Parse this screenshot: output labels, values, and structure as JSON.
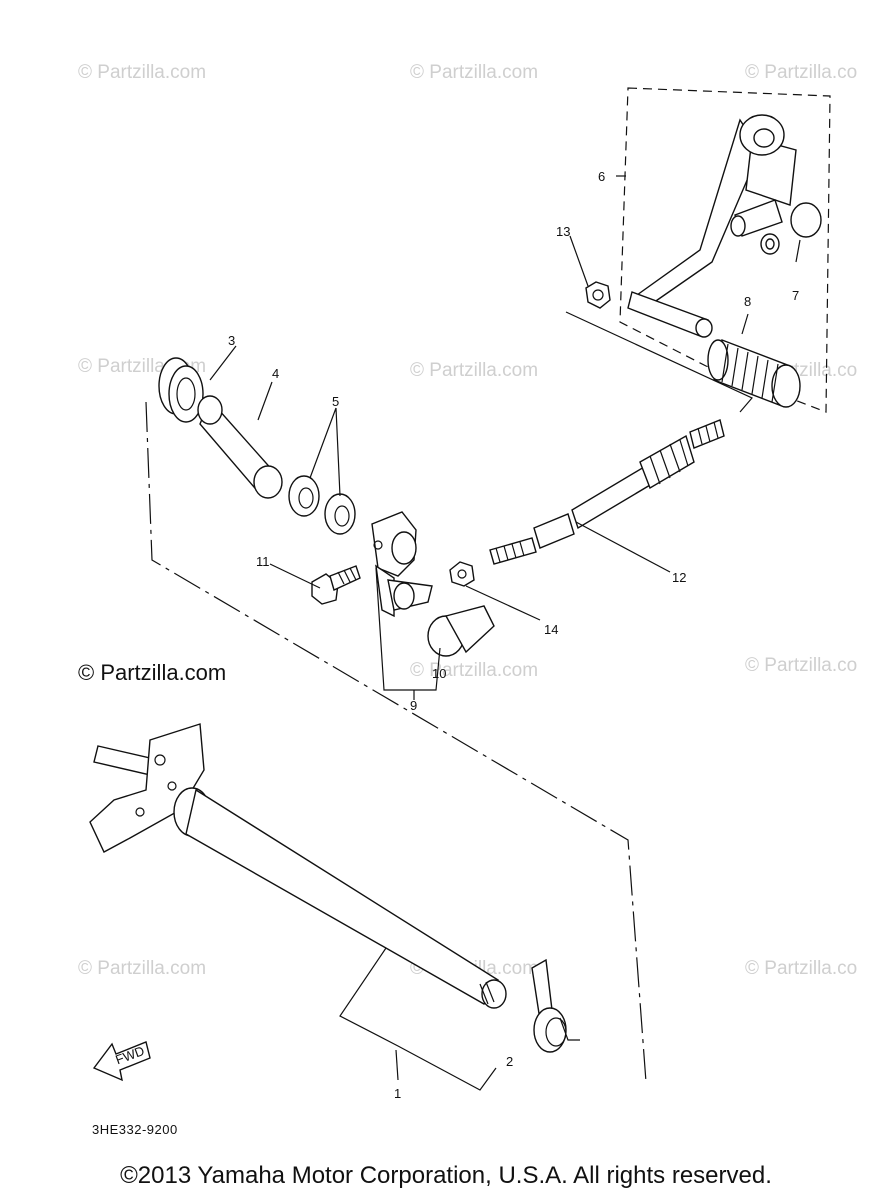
{
  "watermarks": [
    "© Partzilla.com",
    "© Partzilla.com",
    "© Partzilla.co",
    "© Partzilla.com",
    "© Partzilla.com",
    "© Partzilla.co",
    "© Partzilla.com",
    "© Partzilla.co",
    "© Partzilla.com",
    "© Partzilla.com",
    "© Partzilla.co"
  ],
  "copyright_main": "© Partzilla.com",
  "drawing_code": "3HE332-9200",
  "fwd_label": "FWD",
  "footer_text": "©2013 Yamaha Motor Corporation, U.S.A. All rights reserved.",
  "callouts": [
    "1",
    "2",
    "3",
    "4",
    "5",
    "6",
    "7",
    "8",
    "9",
    "10",
    "11",
    "12",
    "13",
    "14"
  ]
}
